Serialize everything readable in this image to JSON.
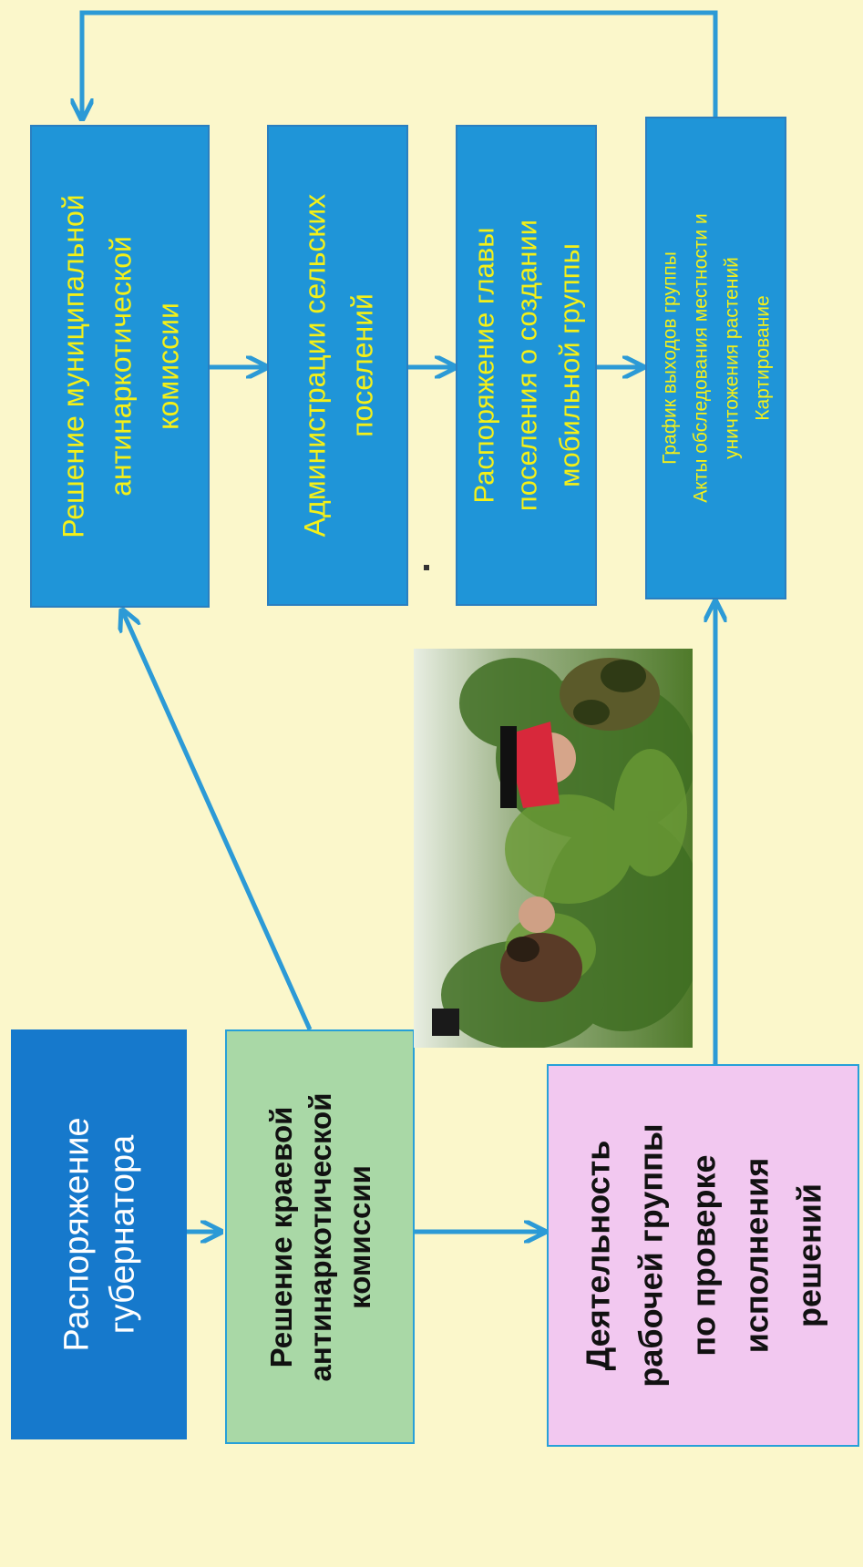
{
  "boxes": {
    "governor": {
      "lines": [
        "Распоряжение",
        "губернатора"
      ]
    },
    "regional": {
      "lines": [
        "Решение краевой",
        "антинаркотической",
        "комиссии"
      ]
    },
    "working_group": {
      "lines": [
        "Деятельность",
        "рабочей группы",
        "по проверке",
        "исполнения",
        "решений"
      ]
    },
    "municipal": {
      "lines": [
        "Решение муниципальной",
        "антинаркотической",
        "комиссии"
      ]
    },
    "administrations": {
      "lines": [
        "Администрации сельских",
        "поселений"
      ]
    },
    "order": {
      "lines": [
        "Распоряжение главы",
        "поселения о создании",
        "мобильной группы"
      ]
    },
    "documents": {
      "lines": [
        "График выходов группы",
        "Акты обследования местности и",
        "уничтожения растений",
        "Картирование"
      ]
    }
  },
  "colors": {
    "background": "#fbf7cb",
    "box_blue": "#1f95d8",
    "box_dark_blue": "#1679cc",
    "box_green": "#a9d8a6",
    "box_pink": "#f2c8f0",
    "text_yellow": "#f4f018",
    "arrow": "#2c9ad6"
  },
  "photo": {
    "description_icon": "field-workers-photo"
  }
}
